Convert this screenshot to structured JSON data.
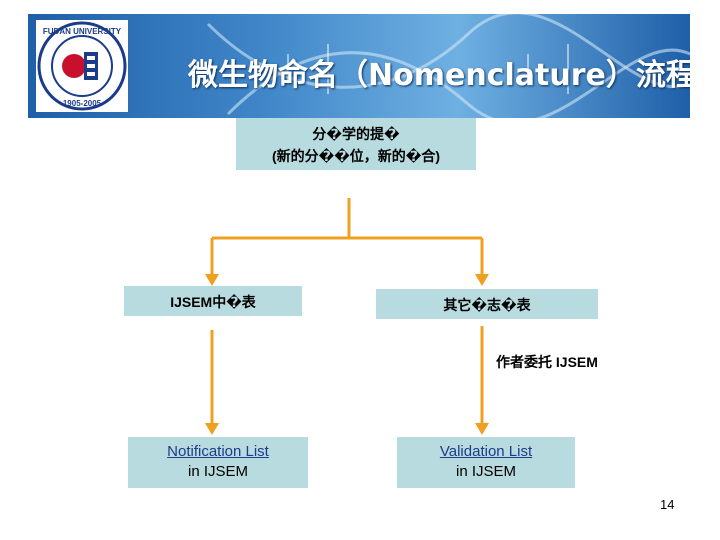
{
  "header": {
    "logo_text": "FUDAN UNIVERSITY 1905-2005",
    "title": "微生物命名（Nomenclature）流程"
  },
  "flow": {
    "top_node": {
      "line1": "分�学的提�",
      "line2": "(新的分��位，新的�合)"
    },
    "left_mid": "IJSEM中�表",
    "right_mid": "其它�志�表",
    "note": "作者委托 IJSEM",
    "left_bottom": {
      "line1": "Notification List",
      "line2": "in IJSEM"
    },
    "right_bottom": {
      "line1": "Validation List",
      "line2": "in IJSEM"
    }
  },
  "page_number": "14",
  "colors": {
    "connector": "#f0a020",
    "node_fill": "#b8dbdf",
    "header_blue": "#1f5fa8"
  }
}
